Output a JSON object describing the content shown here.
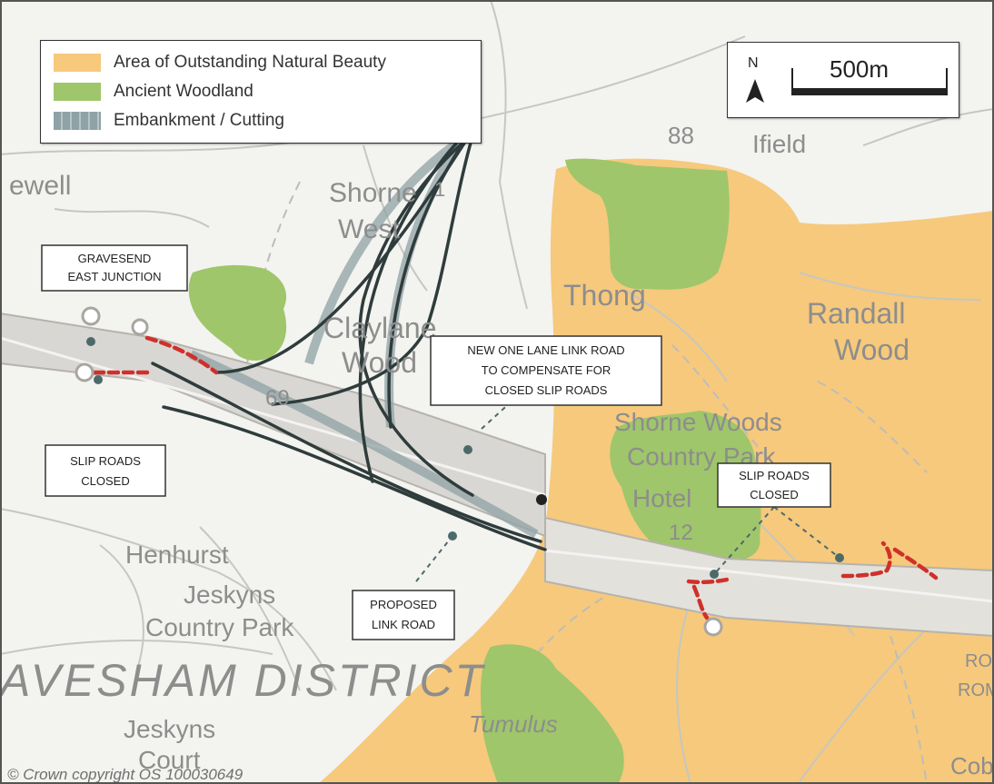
{
  "legend": {
    "items": [
      {
        "label": "Area of Outstanding Natural Beauty",
        "color": "#f6c97c"
      },
      {
        "label": "Ancient Woodland",
        "color": "#9fc66a"
      },
      {
        "label": "Embankment / Cutting",
        "color": "#8fa2a6"
      }
    ]
  },
  "scalebar": {
    "north": "N",
    "distance": "500m"
  },
  "callouts": {
    "gravesend_east": "GRAVESEND\nEAST JUNCTION",
    "new_link": "NEW ONE LANE LINK ROAD\nTO COMPENSATE FOR\nCLOSED SLIP ROADS",
    "slip_west": "SLIP ROADS\nCLOSED",
    "slip_east": "SLIP ROADS\nCLOSED",
    "proposed": "PROPOSED\nLINK ROAD"
  },
  "place_names": {
    "ifield": "Ifield",
    "spot_88": "88",
    "ewell": "ewell",
    "shorne_west": "Shorne\nWest",
    "thong": "Thong",
    "claylane": "Claylane\nWood",
    "randall": "Randall\nWood",
    "shorne_woods": "Shorne Woods\nCountry Park",
    "hotel": "Hotel",
    "henhurst": "Henhurst",
    "jeskyns_cp": "Jeskyns\nCountry Park",
    "district": "AVESHAM DISTRICT",
    "jeskyns_court": "Jeskyns\nCourt",
    "tumulus": "Tumulus",
    "spot_69": "69",
    "spot_12": "12",
    "spot_1": "1",
    "rom": "ROM",
    "cobl": "Cobl"
  },
  "copyright": "© Crown copyright   OS 100030649",
  "colors": {
    "aonb": "#f6c97c",
    "woodland": "#9fc66a",
    "link_road": "#2f3c3c",
    "closed": "#d0302a",
    "map_bg": "#f3f3f0"
  }
}
